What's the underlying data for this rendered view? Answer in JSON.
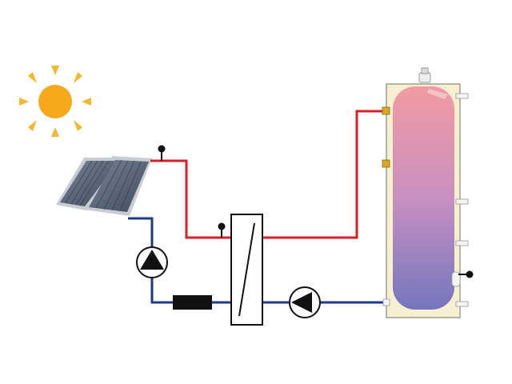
{
  "diagram": {
    "colors": {
      "hot_pipe": "#d81f26",
      "cold_pipe": "#1e3a8a",
      "sun_core": "#f7a81b",
      "sun_rays": "#f5b731",
      "panel_glass": "#56627a",
      "panel_frame": "#c9ccd1",
      "tank_casing": "#f6efd0",
      "tank_top": "#f29aa2",
      "tank_mid": "#c890c0",
      "tank_bottom": "#7476be",
      "component_outline": "#222222",
      "port_brass": "#d9a825",
      "port_white": "#f4f4f4"
    },
    "components": [
      {
        "name": "sun",
        "icon": "sun-icon"
      },
      {
        "name": "solar-collector",
        "icon": "solar-panel-icon"
      },
      {
        "name": "collector-temperature-sensor",
        "icon": "sensor-icon"
      },
      {
        "name": "exchanger-temperature-sensor",
        "icon": "sensor-icon"
      },
      {
        "name": "solar-circuit-pump",
        "icon": "pump-icon"
      },
      {
        "name": "expansion-component",
        "icon": "rectangle-icon"
      },
      {
        "name": "plate-heat-exchanger",
        "icon": "heat-exchanger-icon"
      },
      {
        "name": "storage-circuit-pump",
        "icon": "pump-icon"
      },
      {
        "name": "storage-tank",
        "icon": "tank-icon"
      },
      {
        "name": "tank-temperature-sensor",
        "icon": "sensor-icon"
      }
    ]
  }
}
